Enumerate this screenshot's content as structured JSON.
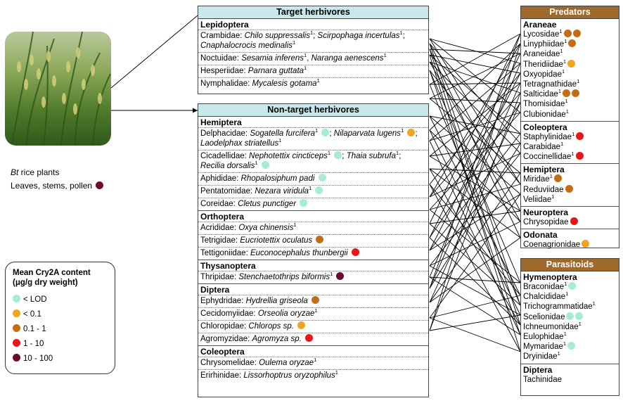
{
  "plant": {
    "caption_italic": "Bt",
    "caption_rest": " rice plants",
    "parts_label": "Leaves, stems, pollen",
    "parts_level": "top"
  },
  "legend": {
    "title": "Mean Cry2A content (μg/g dry weight)",
    "items": [
      {
        "key": "lod",
        "label": "< LOD",
        "color": "#a7ecd1"
      },
      {
        "key": "lt01",
        "label": "< 0.1",
        "color": "#f2a51c"
      },
      {
        "key": "mid",
        "label": "0.1 - 1",
        "color": "#c26e17"
      },
      {
        "key": "hi",
        "label": "1 - 10",
        "color": "#e81616"
      },
      {
        "key": "top",
        "label": "10 - 100",
        "color": "#6b0a2c"
      }
    ]
  },
  "target": {
    "title": "Target herbivores",
    "order": "Lepidoptera",
    "rows": [
      {
        "family": "Crambidae",
        "text": "Chilo suppressalis¹; Scirpophaga incertulas¹; Cnaphalocrocis medinalis¹"
      },
      {
        "family": "Noctuidae",
        "text": "Sesamia inferens¹, Naranga aenescens¹"
      },
      {
        "family": "Hesperiidae",
        "text": "Parnara guttata¹"
      },
      {
        "family": "Nymphalidae",
        "text": "Mycalesis gotama¹"
      }
    ]
  },
  "nontarget": {
    "title": "Non-target herbivores",
    "sections": [
      {
        "order": "Hemiptera",
        "rows": [
          {
            "family": "Delphacidae",
            "text": "Sogatella furcifera¹ [lod]; Nilaparvata lugens¹ [lt01]; Laodelphax striatellus¹"
          },
          {
            "family": "Cicadellidae",
            "text": "Nephotettix cincticeps¹ [lod]; Thaia subrufa¹; Recilia dorsalis¹ [lod]"
          },
          {
            "family": "Aphididae",
            "text": "Rhopalosiphum padi [lod]"
          },
          {
            "family": "Pentatomidae",
            "text": "Nezara viridula¹ [lod]"
          },
          {
            "family": "Coreidae",
            "text": "Cletus punctiger [lod]"
          }
        ]
      },
      {
        "order": "Orthoptera",
        "rows": [
          {
            "family": "Acrididae",
            "text": "Oxya chinensis¹"
          },
          {
            "family": "Tetrigidae",
            "text": "Eucriotettix oculatus [mid]"
          },
          {
            "family": "Tettigoniidae",
            "text": "Euconocephalus thunbergii [hi]"
          }
        ]
      },
      {
        "order": "Thysanoptera",
        "rows": [
          {
            "family": "Thripidae",
            "text": "Stenchaetothrips biformis¹ [top]"
          }
        ]
      },
      {
        "order": "Diptera",
        "rows": [
          {
            "family": "Ephydridae",
            "text": "Hydrellia griseola [mid]"
          },
          {
            "family": "Cecidomyiidae",
            "text": "Orseolia oryzae¹"
          },
          {
            "family": "Chloropidae",
            "text": "Chlorops sp. [lt01]"
          },
          {
            "family": "Agromyzidae",
            "text": "Agromyza sp. [hi]"
          }
        ]
      },
      {
        "order": "Coleoptera",
        "rows": [
          {
            "family": "Chrysomelidae",
            "text": "Oulema oryzae¹"
          },
          {
            "family": "Erirhinidae",
            "text": "Lissorhoptrus oryzophilus¹"
          }
        ]
      }
    ]
  },
  "predators": {
    "title": "Predators",
    "sections": [
      {
        "order": "Araneae",
        "items": [
          {
            "name": "Lycosidae¹",
            "dots": [
              "mid",
              "mid"
            ]
          },
          {
            "name": "Linyphiidae¹",
            "dots": [
              "mid"
            ]
          },
          {
            "name": "Araneidae¹",
            "dots": []
          },
          {
            "name": "Theridiidae¹",
            "dots": [
              "lt01"
            ]
          },
          {
            "name": "Oxyopidae¹",
            "dots": []
          },
          {
            "name": "Tetragnathidae¹",
            "dots": []
          },
          {
            "name": "Salticidae¹",
            "dots": [
              "mid",
              "mid"
            ]
          },
          {
            "name": "Thomisidae¹",
            "dots": []
          },
          {
            "name": "Clubionidae¹",
            "dots": []
          }
        ]
      },
      {
        "order": "Coleoptera",
        "items": [
          {
            "name": "Staphylinidae¹",
            "dots": [
              "hi"
            ]
          },
          {
            "name": "Carabidae¹",
            "dots": []
          },
          {
            "name": "Coccinellidae¹",
            "dots": [
              "hi"
            ]
          }
        ]
      },
      {
        "order": "Hemiptera",
        "items": [
          {
            "name": "Miridae¹",
            "dots": [
              "mid"
            ]
          },
          {
            "name": "Reduviidae",
            "dots": [
              "mid"
            ]
          },
          {
            "name": "Veliidae¹",
            "dots": []
          }
        ]
      },
      {
        "order": "Neuroptera",
        "items": [
          {
            "name": "Chrysopidae",
            "dots": [
              "hi"
            ]
          }
        ]
      },
      {
        "order": "Odonata",
        "items": [
          {
            "name": "Coenagrionidae",
            "dots": [
              "lt01"
            ]
          }
        ]
      }
    ]
  },
  "parasitoids": {
    "title": "Parasitoids",
    "sections": [
      {
        "order": "Hymenoptera",
        "items": [
          {
            "name": "Braconidae¹",
            "dots": [
              "lod"
            ]
          },
          {
            "name": "Chalcididae¹",
            "dots": []
          },
          {
            "name": "Trichogrammatidae¹",
            "dots": []
          },
          {
            "name": "Scelionidae",
            "dots": [
              "lod",
              "lod"
            ]
          },
          {
            "name": "Ichneumonidae¹",
            "dots": []
          },
          {
            "name": "Eulophidae¹",
            "dots": []
          },
          {
            "name": "Mymaridae¹",
            "dots": [
              "lod"
            ]
          },
          {
            "name": "Dryinidae¹",
            "dots": []
          }
        ]
      },
      {
        "order": "Diptera",
        "items": [
          {
            "name": "Tachinidae",
            "dots": []
          }
        ]
      }
    ]
  }
}
